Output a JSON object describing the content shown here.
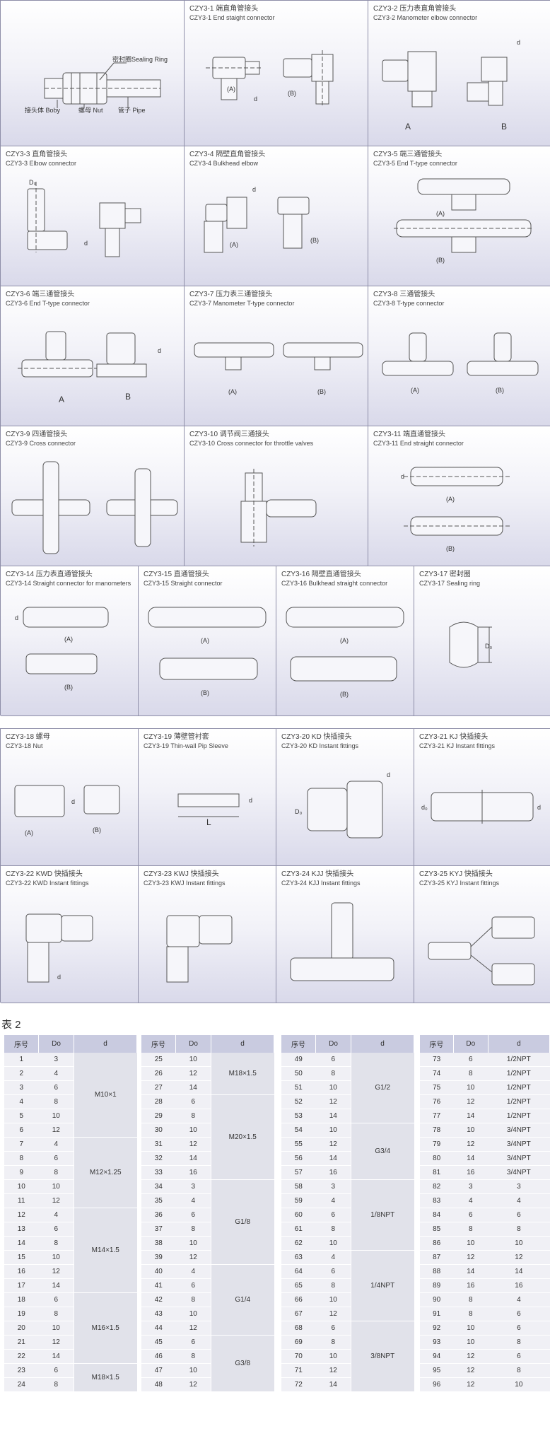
{
  "cells": [
    {
      "zh": "",
      "en": "",
      "parts": [
        "密封圈Sealing Ring",
        "接头体 Boby",
        "螺母 Nut",
        "管子 Pipe"
      ]
    },
    {
      "zh": "CZY3-1 端直角管接头",
      "en": "CZY3-1 End staight connector",
      "a": "(A)",
      "b": "(B)",
      "d": "d"
    },
    {
      "zh": "CZY3-2 压力表直角管接头",
      "en": "CZY3-2 Manometer elbow connector",
      "a": "A",
      "b": "B",
      "d": "d"
    },
    {
      "zh": "CZY3-3 直角管接头",
      "en": "CZY3-3 Elbow connector",
      "d": "d",
      "do": "D₀"
    },
    {
      "zh": "CZY3-4 隔壁直角管接头",
      "en": "CZY3-4 Bulkhead elbow",
      "a": "(A)",
      "b": "(B)",
      "d": "d"
    },
    {
      "zh": "CZY3-5 端三通管接头",
      "en": "CZY3-5 End T-type connector",
      "a": "(A)",
      "b": "(B)"
    },
    {
      "zh": "CZY3-6  端三通管接头",
      "en": "CZY3-6 End  T-type connector",
      "a": "A",
      "b": "B",
      "d": "d"
    },
    {
      "zh": "CZY3-7 压力表三通管接头",
      "en": "CZY3-7  Manometer T-type connector",
      "a": "(A)",
      "b": "(B)"
    },
    {
      "zh": "CZY3-8 三通管接头",
      "en": "CZY3-8 T-type connector",
      "a": "(A)",
      "b": "(B)"
    },
    {
      "zh": "CZY3-9 四通管接头",
      "en": "CZY3-9 Cross connector"
    },
    {
      "zh": "CZY3-10 调节阀三通接头",
      "en": "CZY3-10 Cross connector for throttle valves"
    },
    {
      "zh": "CZY3-11 端直通管接头",
      "en": "CZY3-11 End straight connector",
      "a": "(A)",
      "b": "(B)",
      "d": "d"
    },
    {
      "zh": "CZY3-14 压力表直通管接头",
      "en": "CZY3-14 Straight connector for manometers",
      "a": "(A)",
      "b": "(B)",
      "d": "d"
    },
    {
      "zh": "CZY3-15 直通管接头",
      "en": "CZY3-15 Straight connector",
      "a": "(A)",
      "b": "(B)"
    },
    {
      "zh": "CZY3-16 隔壁直通管接头",
      "en": "CZY3-16 Bulkhead straight connector",
      "a": "(A)",
      "b": "(B)"
    },
    {
      "zh": "CZY3-17 密封圈",
      "en": "CZY3-17 Sealing ring",
      "do": "D₀"
    },
    {
      "zh": "CZY3-18 螺母",
      "en": "CZY3-18 Nut",
      "a": "(A)",
      "b": "(B)",
      "d": "d"
    },
    {
      "zh": "CZY3-19 薄壁管衬套",
      "en": "CZY3-19 Thin-wall Pip Sleeve",
      "l": "L",
      "d": "d"
    },
    {
      "zh": "CZY3-20  KD 快插接头",
      "en": "CZY3-20  KD Instant fittings",
      "d": "d",
      "do": "D₀"
    },
    {
      "zh": "CZY3-21 KJ 快插接头",
      "en": "CZY3-21 KJ Instant fittings",
      "d": "d",
      "do": "d₀"
    },
    {
      "zh": "CZY3-22 KWD 快插接头",
      "en": "CZY3-22 KWD Instant fittings",
      "d": "d"
    },
    {
      "zh": "CZY3-23 KWJ 快插接头",
      "en": "CZY3-23 KWJ Instant fittings"
    },
    {
      "zh": "CZY3-24 KJJ 快插接头",
      "en": "CZY3-24 KJJ Instant fittings"
    },
    {
      "zh": "CZY3-25 KYJ 快插接头",
      "en": "CZY3-25 KYJ Instant fittings"
    }
  ],
  "table_title": "表 2",
  "headers": [
    "序号",
    "Do",
    "d"
  ],
  "tables": [
    {
      "rows": [
        [
          1,
          3
        ],
        [
          2,
          4
        ],
        [
          3,
          6
        ],
        [
          4,
          8
        ],
        [
          5,
          10
        ],
        [
          6,
          12
        ],
        [
          7,
          4
        ],
        [
          8,
          6
        ],
        [
          9,
          8
        ],
        [
          10,
          10
        ],
        [
          11,
          12
        ],
        [
          12,
          4
        ],
        [
          13,
          6
        ],
        [
          14,
          8
        ],
        [
          15,
          10
        ],
        [
          16,
          12
        ],
        [
          17,
          14
        ],
        [
          18,
          6
        ],
        [
          19,
          8
        ],
        [
          20,
          10
        ],
        [
          21,
          12
        ],
        [
          22,
          14
        ],
        [
          23,
          6
        ],
        [
          24,
          8
        ]
      ],
      "d": [
        {
          "span": 6,
          "v": "M10×1"
        },
        {
          "span": 5,
          "v": "M12×1.25"
        },
        {
          "span": 6,
          "v": "M14×1.5"
        },
        {
          "span": 5,
          "v": "M16×1.5"
        },
        {
          "span": 2,
          "v": "M18×1.5"
        }
      ]
    },
    {
      "rows": [
        [
          25,
          10
        ],
        [
          26,
          12
        ],
        [
          27,
          14
        ],
        [
          28,
          6
        ],
        [
          29,
          8
        ],
        [
          30,
          10
        ],
        [
          31,
          12
        ],
        [
          32,
          14
        ],
        [
          33,
          16
        ],
        [
          34,
          3
        ],
        [
          35,
          4
        ],
        [
          36,
          6
        ],
        [
          37,
          8
        ],
        [
          38,
          10
        ],
        [
          39,
          12
        ],
        [
          40,
          4
        ],
        [
          41,
          6
        ],
        [
          42,
          8
        ],
        [
          43,
          10
        ],
        [
          44,
          12
        ],
        [
          45,
          6
        ],
        [
          46,
          8
        ],
        [
          47,
          10
        ],
        [
          48,
          12
        ]
      ],
      "d": [
        {
          "span": 3,
          "v": "M18×1.5"
        },
        {
          "span": 6,
          "v": "M20×1.5"
        },
        {
          "span": 6,
          "v": "G1/8"
        },
        {
          "span": 5,
          "v": "G1/4"
        },
        {
          "span": 4,
          "v": "G3/8"
        }
      ]
    },
    {
      "rows": [
        [
          49,
          6
        ],
        [
          50,
          8
        ],
        [
          51,
          10
        ],
        [
          52,
          12
        ],
        [
          53,
          14
        ],
        [
          54,
          10
        ],
        [
          55,
          12
        ],
        [
          56,
          14
        ],
        [
          57,
          16
        ],
        [
          58,
          3
        ],
        [
          59,
          4
        ],
        [
          60,
          6
        ],
        [
          61,
          8
        ],
        [
          62,
          10
        ],
        [
          63,
          4
        ],
        [
          64,
          6
        ],
        [
          65,
          8
        ],
        [
          66,
          10
        ],
        [
          67,
          12
        ],
        [
          68,
          6
        ],
        [
          69,
          8
        ],
        [
          70,
          10
        ],
        [
          71,
          12
        ],
        [
          72,
          14
        ]
      ],
      "d": [
        {
          "span": 5,
          "v": "G1/2"
        },
        {
          "span": 4,
          "v": "G3/4"
        },
        {
          "span": 5,
          "v": "1/8NPT"
        },
        {
          "span": 5,
          "v": "1/4NPT"
        },
        {
          "span": 5,
          "v": "3/8NPT"
        }
      ]
    },
    {
      "rows": [
        [
          73,
          6,
          "1/2NPT"
        ],
        [
          74,
          8,
          "1/2NPT"
        ],
        [
          75,
          10,
          "1/2NPT"
        ],
        [
          76,
          12,
          "1/2NPT"
        ],
        [
          77,
          14,
          "1/2NPT"
        ],
        [
          78,
          10,
          "3/4NPT"
        ],
        [
          79,
          12,
          "3/4NPT"
        ],
        [
          80,
          14,
          "3/4NPT"
        ],
        [
          81,
          16,
          "3/4NPT"
        ],
        [
          82,
          3,
          "3"
        ],
        [
          83,
          4,
          "4"
        ],
        [
          84,
          6,
          "6"
        ],
        [
          85,
          8,
          "8"
        ],
        [
          86,
          10,
          "10"
        ],
        [
          87,
          12,
          "12"
        ],
        [
          88,
          14,
          "14"
        ],
        [
          89,
          16,
          "16"
        ],
        [
          90,
          8,
          "4"
        ],
        [
          91,
          8,
          "6"
        ],
        [
          92,
          10,
          "6"
        ],
        [
          93,
          10,
          "8"
        ],
        [
          94,
          12,
          "6"
        ],
        [
          95,
          12,
          "8"
        ],
        [
          96,
          12,
          "10"
        ]
      ],
      "d": null
    }
  ]
}
